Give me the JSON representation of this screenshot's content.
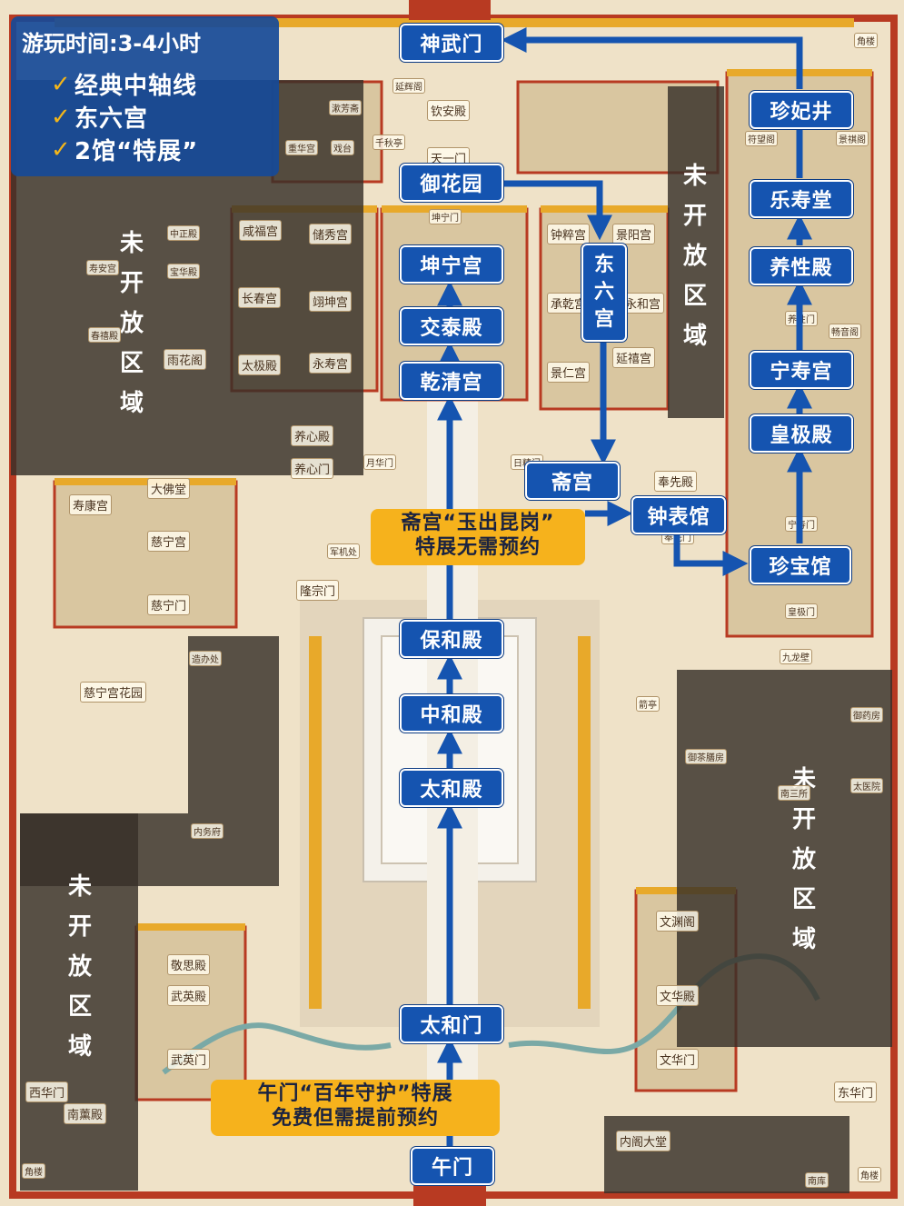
{
  "info": {
    "title": "游玩时间:3-4小时",
    "items": [
      "经典中轴线",
      "东六宫",
      "2馆“特展”"
    ],
    "check_icon": "check-icon"
  },
  "closed_label": "未开放区域",
  "closed_chars": [
    "未",
    "开",
    "放",
    "区",
    "域"
  ],
  "route": {
    "wumen": "午门",
    "taihemen": "太和门",
    "taihedian": "太和殿",
    "zhonghedian": "中和殿",
    "baohedian": "保和殿",
    "qianqinggong": "乾清宫",
    "jiaotaidian": "交泰殿",
    "kunninggong": "坤宁宫",
    "yuhuayuan": "御花园",
    "shenwumen": "神武门",
    "dongliugong": "东六宫",
    "dongliugong_chars": [
      "东",
      "六",
      "宫"
    ],
    "zhaigong": "斋宫",
    "zhongbiaoguan": "钟表馆",
    "zhenbaoguan": "珍宝馆",
    "huangjidian": "皇极殿",
    "ningshougong": "宁寿宫",
    "yangxingdian": "养性殿",
    "leshoutang": "乐寿堂",
    "zhenfeijing": "珍妃井"
  },
  "notes": {
    "zhaigong_line1": "斋宫“玉出昆岗”",
    "zhaigong_line2": "特展无需预约",
    "wumen_line1": "午门“百年守护”特展",
    "wumen_line2": "免费但需提前预约"
  },
  "places": {
    "yanhuilou": "延辉阁",
    "qinandian": "钦安殿",
    "tianyimen": "天一门",
    "kunningmen": "坤宁门",
    "shufangzhai": "漱芳斋",
    "chonghuagong": "重华宫",
    "xitai": "戏台",
    "qianqiuting": "千秋亭",
    "xianfugong": "咸福宫",
    "chuxiugong": "储秀宫",
    "zhongzhengdian": "中正殿",
    "shouangong": "寿安宫",
    "baohuadian": "宝华殿",
    "changchungong": "长春宫",
    "yikungong": "翊坤宫",
    "chunxidian": "春禧殿",
    "yuhuage": "雨花阁",
    "taijidian": "太极殿",
    "yongshougong": "永寿宫",
    "yangxindian": "养心殿",
    "yangxinmen": "养心门",
    "shoukanggong": "寿康宫",
    "dafotang": "大佛堂",
    "cininggong": "慈宁宫",
    "cinningmen": "慈宁门",
    "junjichu": "军机处",
    "longzongmen": "隆宗门",
    "zaobanchu": "造办处",
    "cininggonghuayuan": "慈宁宫花园",
    "neiwufu": "内务府",
    "jingsidian": "敬思殿",
    "wuyingdian": "武英殿",
    "wuyingmen": "武英门",
    "xihuamen": "西华门",
    "nanxundian": "南薰殿",
    "jiaolou": "角楼",
    "yuexingmen": "月华门",
    "rijingmen": "日精门",
    "zhongcuigong": "钟粹宫",
    "jingyanggong": "景阳宫",
    "chengqiangong": "承乾宫",
    "yonghegong": "永和宫",
    "jingrengong": "景仁宫",
    "yanxigong": "延禧宫",
    "fengxiandian": "奉先殿",
    "fengxianmen": "奉先门",
    "ningshoumen": "宁寿门",
    "huangjimen": "皇极门",
    "jiulongbi": "九龙壁",
    "jianting": "箭亭",
    "yuchashanfang": "御茶膳房",
    "yuyaofang": "御药房",
    "nansansuo": "南三所",
    "taiyiyuan": "太医院",
    "wenyuange": "文渊阁",
    "wenhuadian": "文华殿",
    "wenhuamen": "文华门",
    "donghuamen": "东华门",
    "neigedatang": "内阁大堂",
    "nanku": "南库",
    "yangxingmen": "养性门",
    "changyinge": "畅音阁",
    "jingqige": "景祺阁",
    "futingzhai": "符望阁"
  },
  "colors": {
    "route_blue": "#1554b0",
    "note_yellow": "#f6b21c",
    "wall_red": "#b83a22",
    "roof_yellow": "#e8a92a"
  }
}
